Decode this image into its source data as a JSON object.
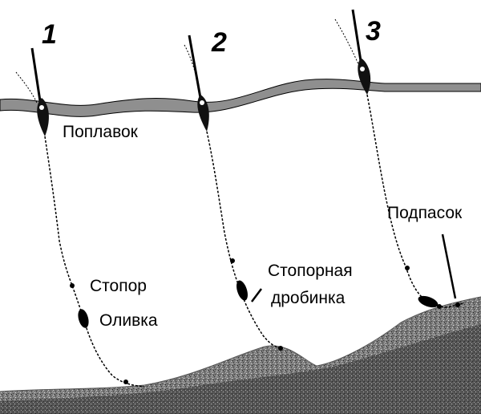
{
  "rigs": [
    {
      "number": "1"
    },
    {
      "number": "2"
    },
    {
      "number": "3"
    }
  ],
  "labels": {
    "float": "Поплавок",
    "stopper": "Стопор",
    "olive": "Оливка",
    "stop_shot_line1": "Стопорная",
    "stop_shot_line2": "дробинка",
    "underlead": "Подпасок"
  },
  "colors": {
    "ink": "#000000",
    "water_surface": "#8f8f8f",
    "bottom_dark": "#5a5a5a",
    "bottom_light": "#bdbdbd"
  }
}
